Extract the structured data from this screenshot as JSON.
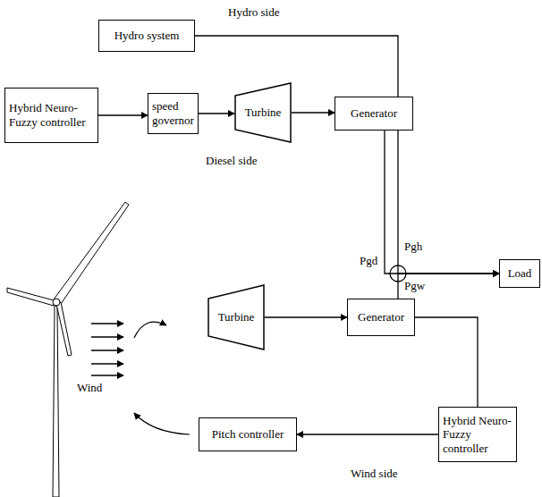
{
  "diagram": {
    "nodes": [
      {
        "text": [
          "Hydro system"
        ]
      },
      {
        "text": [
          "Hybrid Neuro-Fuzzy controller"
        ]
      },
      {
        "text": [
          "speed governor"
        ]
      },
      {
        "text": [
          "Turbine"
        ]
      },
      {
        "text": [
          "Generator"
        ]
      },
      {
        "text": [
          "Load"
        ]
      },
      {
        "text": [
          "Turbine"
        ]
      },
      {
        "text": [
          "Generator"
        ]
      },
      {
        "text": [
          "Hybrid Neuro-Fuzzy controller"
        ]
      },
      {
        "text": [
          "Pitch controller"
        ]
      }
    ],
    "edges": [
      {
        "from": 1,
        "to": 2,
        "arrow": "to"
      },
      {
        "from": 2,
        "to": 3,
        "arrow": "to"
      },
      {
        "from": 3,
        "to": 4,
        "arrow": "to"
      },
      {
        "from": 4,
        "to": 5,
        "arrow": "to"
      },
      {
        "from": 0,
        "to": 5,
        "arrow": "to"
      },
      {
        "from": 6,
        "to": 7,
        "arrow": "to"
      },
      {
        "from": 7,
        "to": 5,
        "arrow": "to"
      },
      {
        "from": 7,
        "to": 8,
        "arrow": "none"
      },
      {
        "from": 8,
        "to": 9,
        "arrow": "to"
      }
    ],
    "labels": [
      "Hydro side",
      "Diesel side",
      "Pgd",
      "Pgh",
      "Pgw",
      "Wind",
      "Wind side"
    ]
  }
}
